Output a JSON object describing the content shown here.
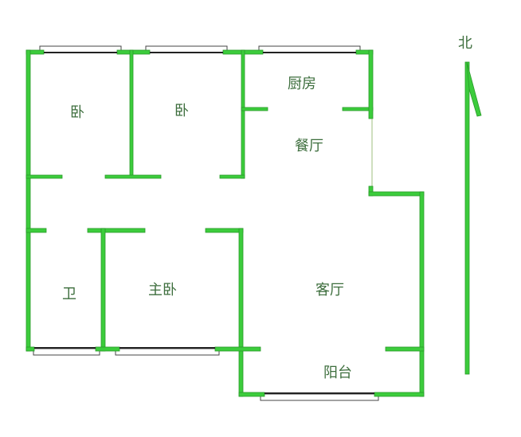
{
  "rooms": {
    "bedroom_1": "卧",
    "bedroom_2": "卧",
    "kitchen": "厨房",
    "dining": "餐厅",
    "bathroom": "卫",
    "master_bedroom": "主卧",
    "living_room": "客厅",
    "balcony": "阳台"
  },
  "compass": {
    "north": "北"
  },
  "colors": {
    "wall": "#3ccc3c",
    "text": "#3d6e3d"
  }
}
